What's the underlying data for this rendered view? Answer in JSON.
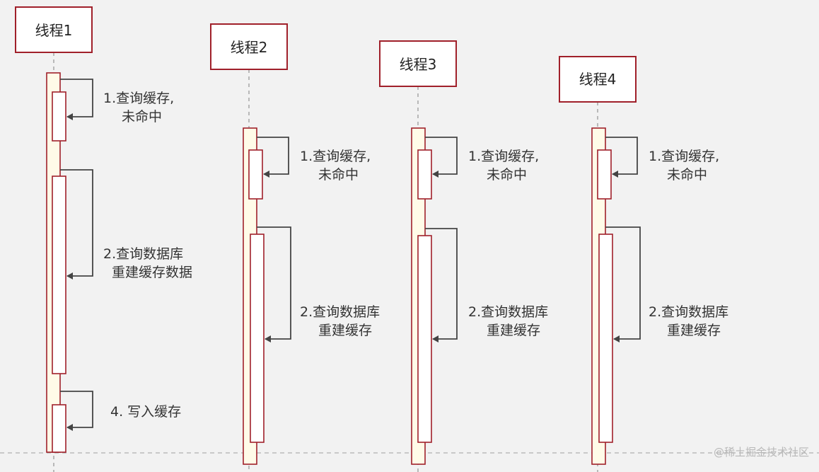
{
  "threads": [
    {
      "name": "线程1",
      "steps": [
        {
          "lines": [
            "1.查询缓存,",
            "未命中"
          ]
        },
        {
          "lines": [
            "2.查询数据库",
            "重建缓存数据"
          ]
        },
        {
          "lines": [
            "4. 写入缓存"
          ]
        }
      ]
    },
    {
      "name": "线程2",
      "steps": [
        {
          "lines": [
            "1.查询缓存,",
            "未命中"
          ]
        },
        {
          "lines": [
            "2.查询数据库",
            "重建缓存"
          ]
        }
      ]
    },
    {
      "name": "线程3",
      "steps": [
        {
          "lines": [
            "1.查询缓存,",
            "未命中"
          ]
        },
        {
          "lines": [
            "2.查询数据库",
            "重建缓存"
          ]
        }
      ]
    },
    {
      "name": "线程4",
      "steps": [
        {
          "lines": [
            "1.查询缓存,",
            "未命中"
          ]
        },
        {
          "lines": [
            "2.查询数据库",
            "重建缓存"
          ]
        }
      ]
    }
  ],
  "watermark": "@稀土掘金技术社区",
  "colors": {
    "header_border": "#a0202a",
    "activation_border": "#a0202a",
    "activation_fill": "#fffbe8",
    "inner_fill": "#ffffff",
    "arrow": "#444444",
    "lifeline": "#9a9a9a",
    "background": "#f2f2f2"
  }
}
